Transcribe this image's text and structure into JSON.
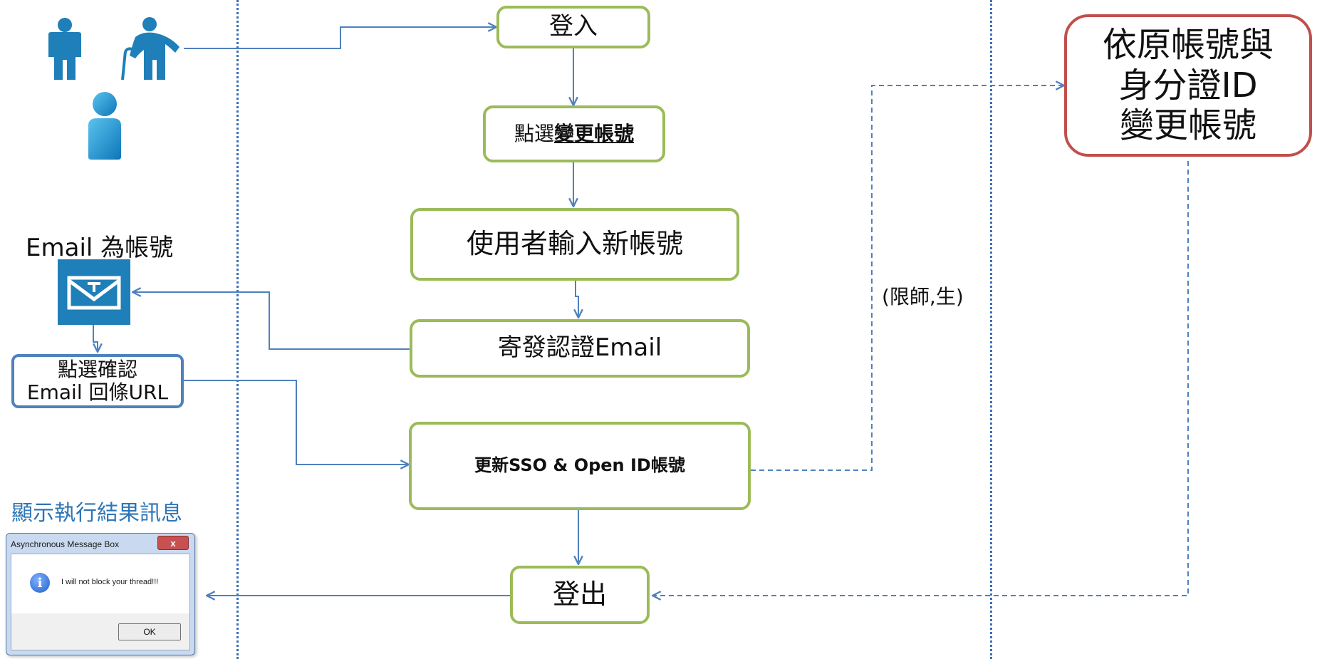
{
  "steps": {
    "login": "登入",
    "click_change_prefix": "點選",
    "click_change_link": "變更帳號",
    "input_new_account": "使用者輸入新帳號",
    "send_email": "寄發認證Email",
    "update_sso": "更新SSO & Open ID帳號",
    "logout": "登出"
  },
  "side_box": {
    "line1": "依原帳號與",
    "line2": "身分證ID",
    "line3": "變更帳號"
  },
  "email_section": {
    "title": "Email 為帳號",
    "confirm_line1": "點選確認",
    "confirm_line2": "Email 回條URL"
  },
  "result": {
    "label": "顯示執行結果訊息"
  },
  "branch_label": "(限師,生)",
  "message_box": {
    "title": "Asynchronous Message Box",
    "close": "x",
    "text": "I will not block your thread!!!",
    "ok": "OK"
  },
  "colors": {
    "step_border": "#9bbb59",
    "side_border": "#c0504d",
    "confirm_border": "#4f81bd",
    "connector": "#4f81bd",
    "lane_divider": "#3a6fb5",
    "result_label": "#2e75b6",
    "mail_icon": "#1f7fb8"
  },
  "icons": [
    "person-icon",
    "elderly-person-icon",
    "user-icon",
    "mail-icon",
    "info-icon"
  ]
}
